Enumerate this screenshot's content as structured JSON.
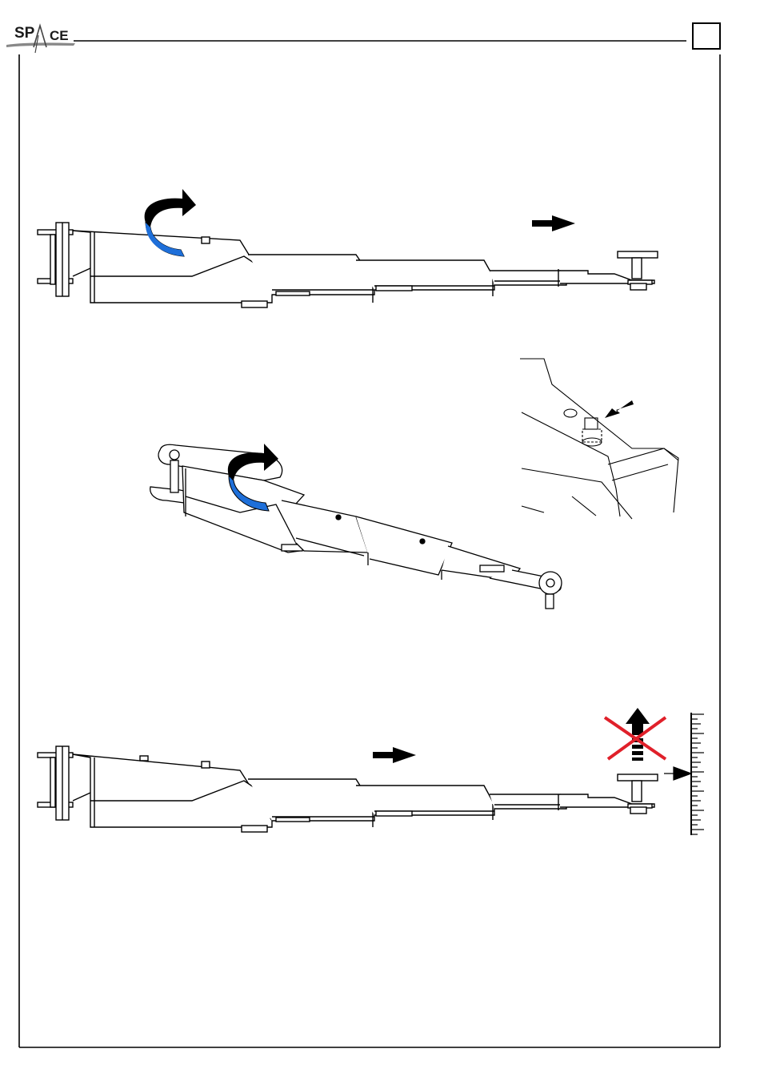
{
  "header": {
    "logo_part1": "SP",
    "logo_part2": "CE",
    "page_number": ""
  },
  "figures": [
    {
      "name": "arm-extended-side-view",
      "icons": [
        "rotate-arrow-icon",
        "push-direction-arrow-icon"
      ]
    },
    {
      "name": "arm-perspective-view",
      "icons": [
        "rotate-arrow-icon"
      ]
    },
    {
      "name": "pin-detail-view",
      "icons": [
        "pointer-arrow-icon"
      ]
    },
    {
      "name": "arm-retracted-side-view",
      "icons": [
        "push-direction-arrow-icon",
        "lift-prohibited-icon",
        "wall-scale-icon"
      ]
    }
  ],
  "colors": {
    "accent_blue": "#1e6fd9",
    "prohibited_red": "#e0202a",
    "line": "#000000"
  }
}
